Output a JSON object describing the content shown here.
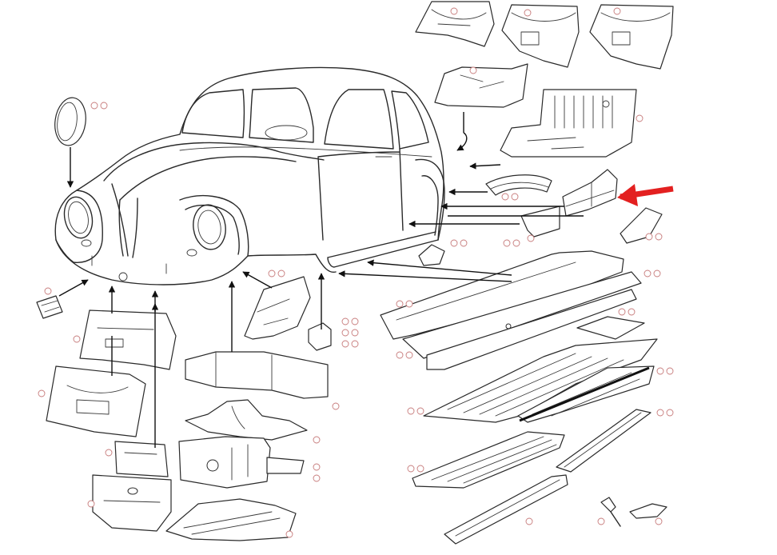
{
  "diagram": {
    "highlight_arrow_color": "#e32020",
    "callout_color": "#c77b7b",
    "line_color": "#2a2a2a",
    "parts": [
      {
        "id": "headlight-bucket"
      },
      {
        "id": "rear-apron-1"
      },
      {
        "id": "rear-apron-2"
      },
      {
        "id": "rear-apron-3"
      },
      {
        "id": "rear-inner-panel"
      },
      {
        "id": "rear-floor-pan"
      },
      {
        "id": "rear-wheel-arch"
      },
      {
        "id": "heater-channel-end-highlighted"
      },
      {
        "id": "running-board-bracket"
      },
      {
        "id": "rear-quarter-bracket"
      },
      {
        "id": "sill-bracket-small"
      },
      {
        "id": "heater-channel-long"
      },
      {
        "id": "heater-channel-inner"
      },
      {
        "id": "floor-plate-small"
      },
      {
        "id": "floor-pan-large-1"
      },
      {
        "id": "floor-pan-large-2"
      },
      {
        "id": "floor-strip"
      },
      {
        "id": "floor-pan-half"
      },
      {
        "id": "bolt"
      },
      {
        "id": "clip"
      },
      {
        "id": "front-apron-bracket"
      },
      {
        "id": "front-apron-upper"
      },
      {
        "id": "front-apron-lower"
      },
      {
        "id": "front-inner-wing"
      },
      {
        "id": "bulkhead-bracket"
      },
      {
        "id": "frame-head-upper"
      },
      {
        "id": "frame-head-mid"
      },
      {
        "id": "frame-head-block"
      },
      {
        "id": "front-beam-panel"
      },
      {
        "id": "front-floor-lower"
      },
      {
        "id": "front-floor-tray"
      }
    ]
  }
}
